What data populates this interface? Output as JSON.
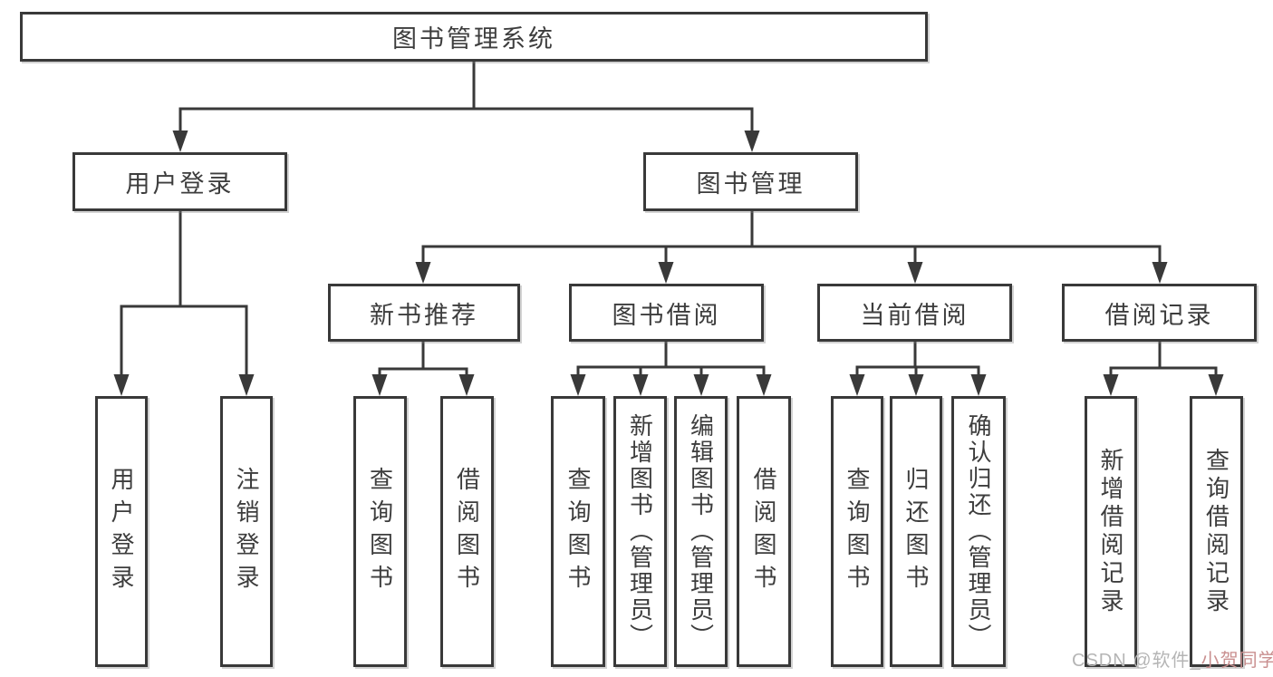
{
  "diagram": {
    "root": {
      "label": "图书管理系统",
      "children": [
        {
          "label": "用户登录",
          "children": [
            {
              "label": "用户登录"
            },
            {
              "label": "注销登录"
            }
          ]
        },
        {
          "label": "图书管理",
          "children": [
            {
              "label": "新书推荐",
              "children": [
                {
                  "label": "查询图书"
                },
                {
                  "label": "借阅图书"
                }
              ]
            },
            {
              "label": "图书借阅",
              "children": [
                {
                  "label": "查询图书"
                },
                {
                  "label": "新增图书（管理员）"
                },
                {
                  "label": "编辑图书（管理员）"
                },
                {
                  "label": "借阅图书"
                }
              ]
            },
            {
              "label": "当前借阅",
              "children": [
                {
                  "label": "查询图书"
                },
                {
                  "label": "归还图书"
                },
                {
                  "label": "确认归还（管理员）"
                }
              ]
            },
            {
              "label": "借阅记录",
              "children": [
                {
                  "label": "新增借阅记录"
                },
                {
                  "label": "查询借阅记录"
                }
              ]
            }
          ]
        }
      ]
    }
  },
  "watermark": {
    "prefix": "CSDN @软件_",
    "suffix": "小贺同学"
  },
  "colors": {
    "background": "#ffffff",
    "line": "#393939",
    "box_border": "#393939",
    "text": "#3d3d3d",
    "watermark": "#b5b5b5",
    "watermark_accent": "#c98f8f"
  }
}
